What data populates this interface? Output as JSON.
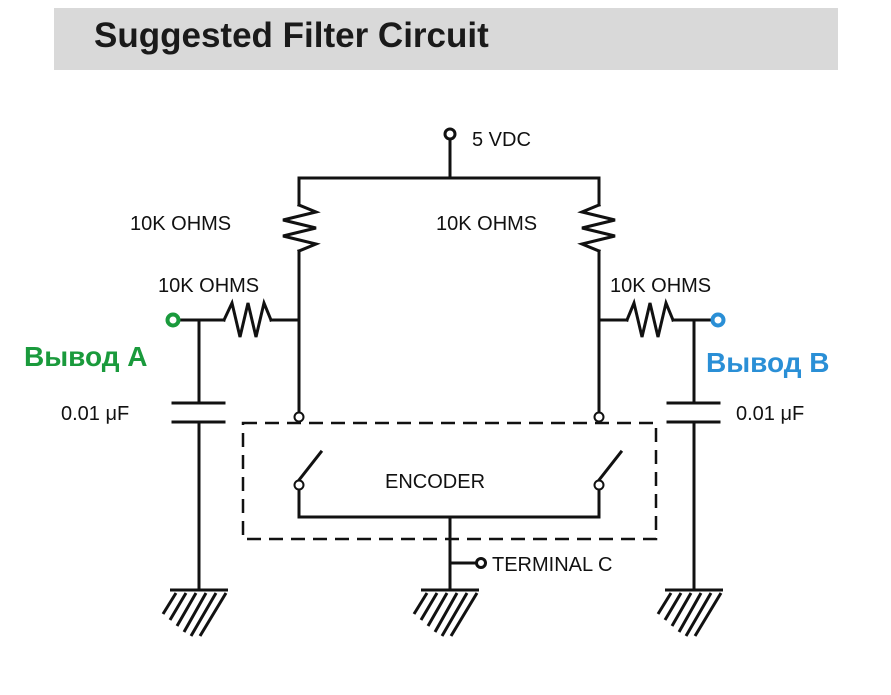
{
  "title": "Suggested Filter Circuit",
  "labels": {
    "supply": "5 VDC",
    "pullup_left": "10K OHMS",
    "pullup_right": "10K OHMS",
    "series_left": "10K OHMS",
    "series_right": "10K OHMS",
    "cap_left": "0.01 μF",
    "cap_right": "0.01 μF",
    "encoder": "ENCODER",
    "terminal_c": "TERMINAL C",
    "pin_a": "Вывод A",
    "pin_b": "Вывод B"
  },
  "colors": {
    "pin_a": "#1a9a3c",
    "pin_b": "#2a8fd6",
    "wire": "#111111"
  }
}
